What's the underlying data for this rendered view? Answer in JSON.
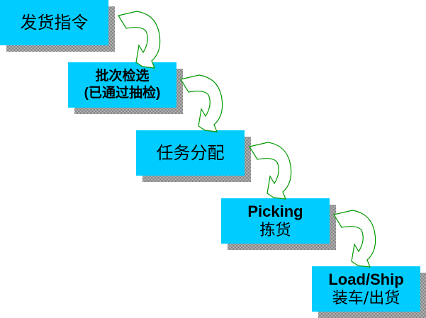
{
  "colors": {
    "box": "#00ccff",
    "arrow": "#009900"
  },
  "steps": [
    {
      "line1": "发货指令"
    },
    {
      "line1": "批次检选",
      "line2": "(已通过抽检)"
    },
    {
      "line1": "任务分配"
    },
    {
      "line1": "Picking",
      "line2": "拣货"
    },
    {
      "line1": "Load/Ship",
      "line2": "装车/出货"
    }
  ],
  "arrows": [
    "curved-arrow-down-right",
    "curved-arrow-down-right",
    "curved-arrow-down-right",
    "curved-arrow-down-right"
  ]
}
